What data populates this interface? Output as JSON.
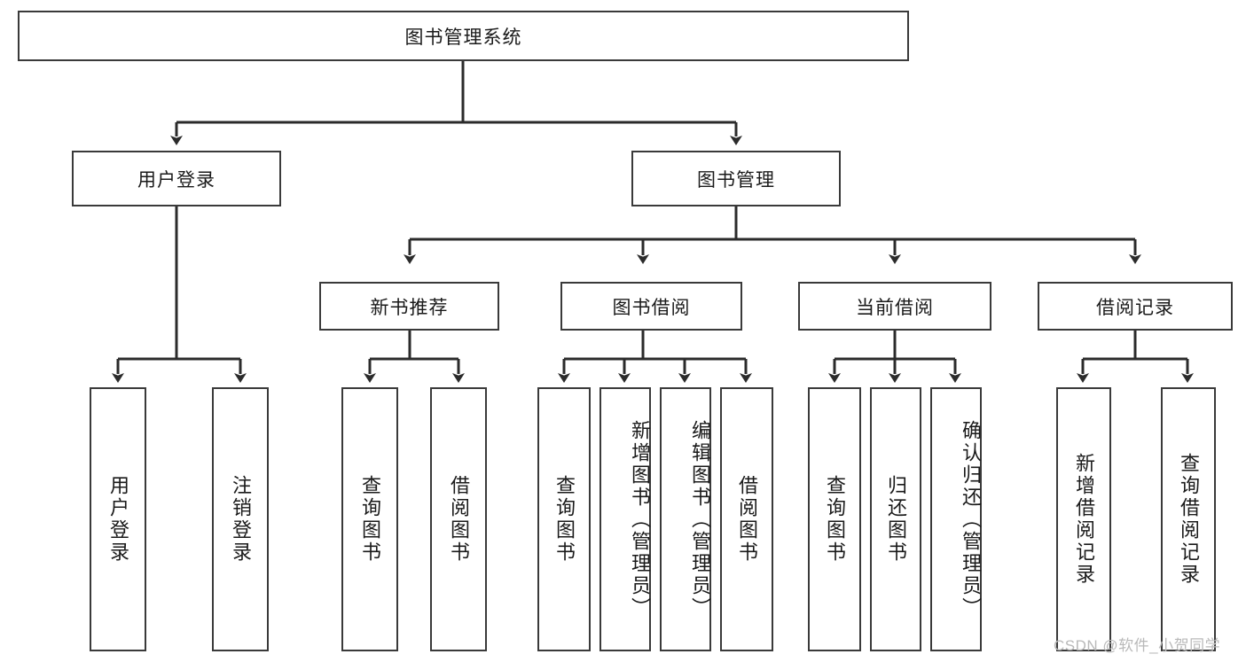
{
  "diagram": {
    "type": "tree-hierarchy",
    "title": "图书管理系统",
    "root": {
      "label": "图书管理系统"
    },
    "level2": [
      {
        "id": "user-login",
        "label": "用户登录"
      },
      {
        "id": "book-manage",
        "label": "图书管理"
      }
    ],
    "level3": [
      {
        "id": "new-book-rec",
        "label": "新书推荐",
        "parent": "book-manage"
      },
      {
        "id": "book-borrow",
        "label": "图书借阅",
        "parent": "book-manage"
      },
      {
        "id": "current-borrow",
        "label": "当前借阅",
        "parent": "book-manage"
      },
      {
        "id": "borrow-record",
        "label": "借阅记录",
        "parent": "book-manage"
      }
    ],
    "leaves": [
      {
        "id": "leaf-user-login",
        "label": "用户登录",
        "parent": "user-login"
      },
      {
        "id": "leaf-logout",
        "label": "注销登录",
        "parent": "user-login"
      },
      {
        "id": "leaf-query-book-1",
        "label": "查询图书",
        "parent": "new-book-rec"
      },
      {
        "id": "leaf-borrow-book-1",
        "label": "借阅图书",
        "parent": "new-book-rec"
      },
      {
        "id": "leaf-query-book-2",
        "label": "查询图书",
        "parent": "book-borrow"
      },
      {
        "id": "leaf-add-book",
        "label": "新增图书（管理员）",
        "parent": "book-borrow"
      },
      {
        "id": "leaf-edit-book",
        "label": "编辑图书（管理员）",
        "parent": "book-borrow"
      },
      {
        "id": "leaf-borrow-book-2",
        "label": "借阅图书",
        "parent": "book-borrow"
      },
      {
        "id": "leaf-query-book-3",
        "label": "查询图书",
        "parent": "current-borrow"
      },
      {
        "id": "leaf-return-book",
        "label": "归还图书",
        "parent": "current-borrow"
      },
      {
        "id": "leaf-confirm-return",
        "label": "确认归还（管理员）",
        "parent": "current-borrow"
      },
      {
        "id": "leaf-add-record",
        "label": "新增借阅记录",
        "parent": "borrow-record"
      },
      {
        "id": "leaf-query-record",
        "label": "查询借阅记录",
        "parent": "borrow-record"
      }
    ],
    "colors": {
      "box_border": "#3a3a3a",
      "box_fill": "#ffffff",
      "connector": "#2b2b2b",
      "text": "#1a1a1a",
      "watermark": "#b9b9b9"
    }
  },
  "watermark": {
    "text": "CSDN @软件_小贺同学"
  }
}
